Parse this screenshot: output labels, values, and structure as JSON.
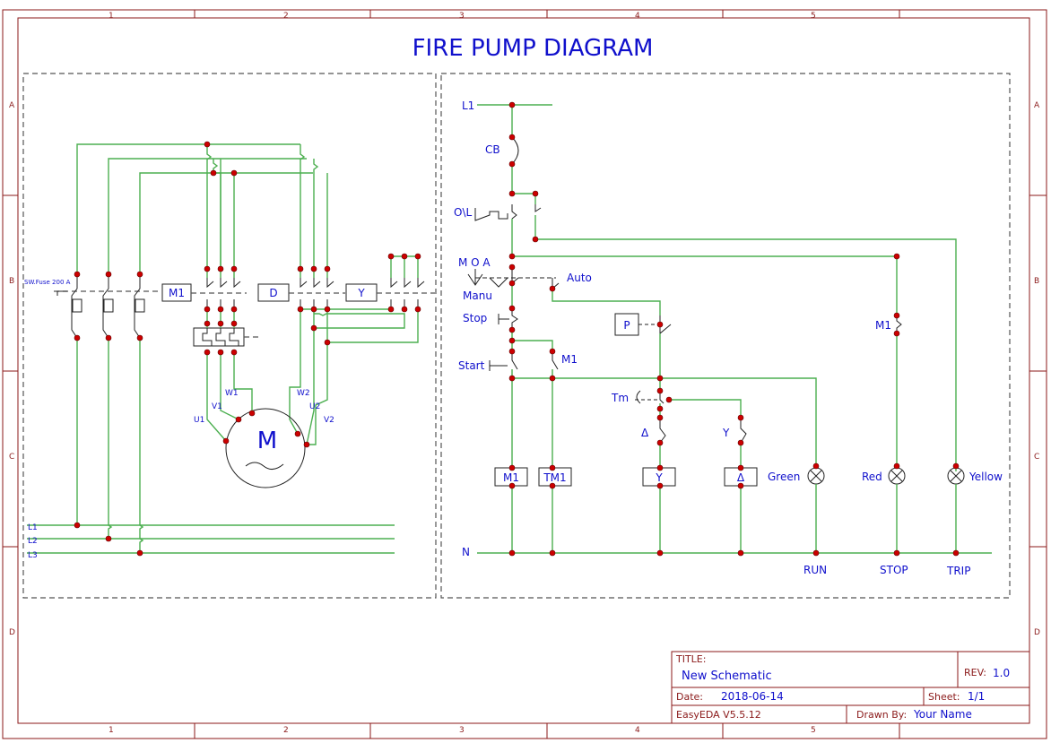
{
  "title": "FIRE PUMP DIAGRAM",
  "grid": {
    "columns": [
      "1",
      "2",
      "3",
      "4",
      "5"
    ],
    "rows": [
      "A",
      "B",
      "C",
      "D"
    ]
  },
  "power": {
    "switch_fuse": "SW.Fuse 200 A",
    "contactors": [
      "M1",
      "D",
      "Y"
    ],
    "lines": [
      "L1",
      "L2",
      "L3"
    ],
    "motor": "M",
    "terminals": [
      "U1",
      "V1",
      "W1",
      "W2",
      "U2",
      "V2"
    ]
  },
  "control": {
    "L1": "L1",
    "N": "N",
    "CB": "CB",
    "OL": "O\\L",
    "moa": "M O A",
    "manu": "Manu",
    "auto": "Auto",
    "stop": "Stop",
    "start": "Start",
    "m1_contact": "M1",
    "p": "P",
    "tm": "Tm",
    "delta": "Δ",
    "y": "Y",
    "m1_right": "M1",
    "coils": [
      "M1",
      "TM1",
      "Y",
      "Δ"
    ],
    "lamps": [
      "Green",
      "Red",
      "Yellow"
    ],
    "lamp_labels": [
      "RUN",
      "STOP",
      "TRIP"
    ]
  },
  "titleblock": {
    "title_label": "TITLE:",
    "title_value": "New Schematic",
    "rev_label": "REV:",
    "rev_value": "1.0",
    "date_label": "Date:",
    "date_value": "2018-06-14",
    "sheet_label": "Sheet:",
    "sheet_value": "1/1",
    "tool": "EasyEDA V5.5.12",
    "drawn_label": "Drawn By:",
    "drawn_value": "Your Name"
  },
  "colors": {
    "wire": "#4caf50",
    "frame": "#8b1a1a",
    "text": "#1010cc",
    "junction": "#cc0000"
  }
}
